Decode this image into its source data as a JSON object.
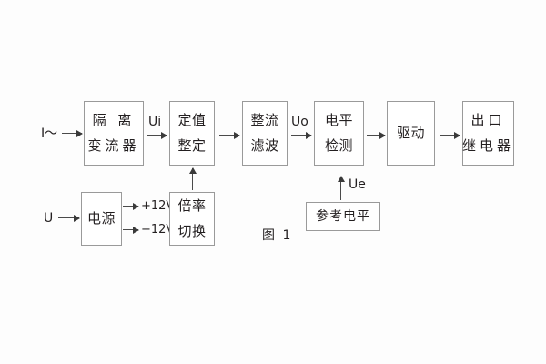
{
  "figure": {
    "caption": "图 1",
    "colors": {
      "background": "#fdfdfd",
      "block_border": "#9a9a9a",
      "block_fill": "#ffffff",
      "line": "#4a4a4a",
      "text": "#231f20"
    }
  },
  "blocks": {
    "isolation_transformer": {
      "line1": "隔 离",
      "line2": "变流器"
    },
    "setting_value": {
      "line1": "定值",
      "line2": "整定"
    },
    "rectify_filter": {
      "line1": "整流",
      "line2": "滤波"
    },
    "level_detect": {
      "line1": "电平",
      "line2": "检测"
    },
    "drive": {
      "line1": "驱动"
    },
    "output_relay": {
      "line1": "出口",
      "line2": "继电器"
    },
    "power_supply": {
      "line1": "电源"
    },
    "multiplier_switch": {
      "line1": "倍率",
      "line2": "切换"
    },
    "reference_level": {
      "line1": "参考电平"
    }
  },
  "signals": {
    "current_input": "I～",
    "voltage_input": "U",
    "ui": "Ui",
    "uo": "Uo",
    "ue": "Ue",
    "rail_positive": "+12V",
    "rail_negative": "−12V"
  }
}
